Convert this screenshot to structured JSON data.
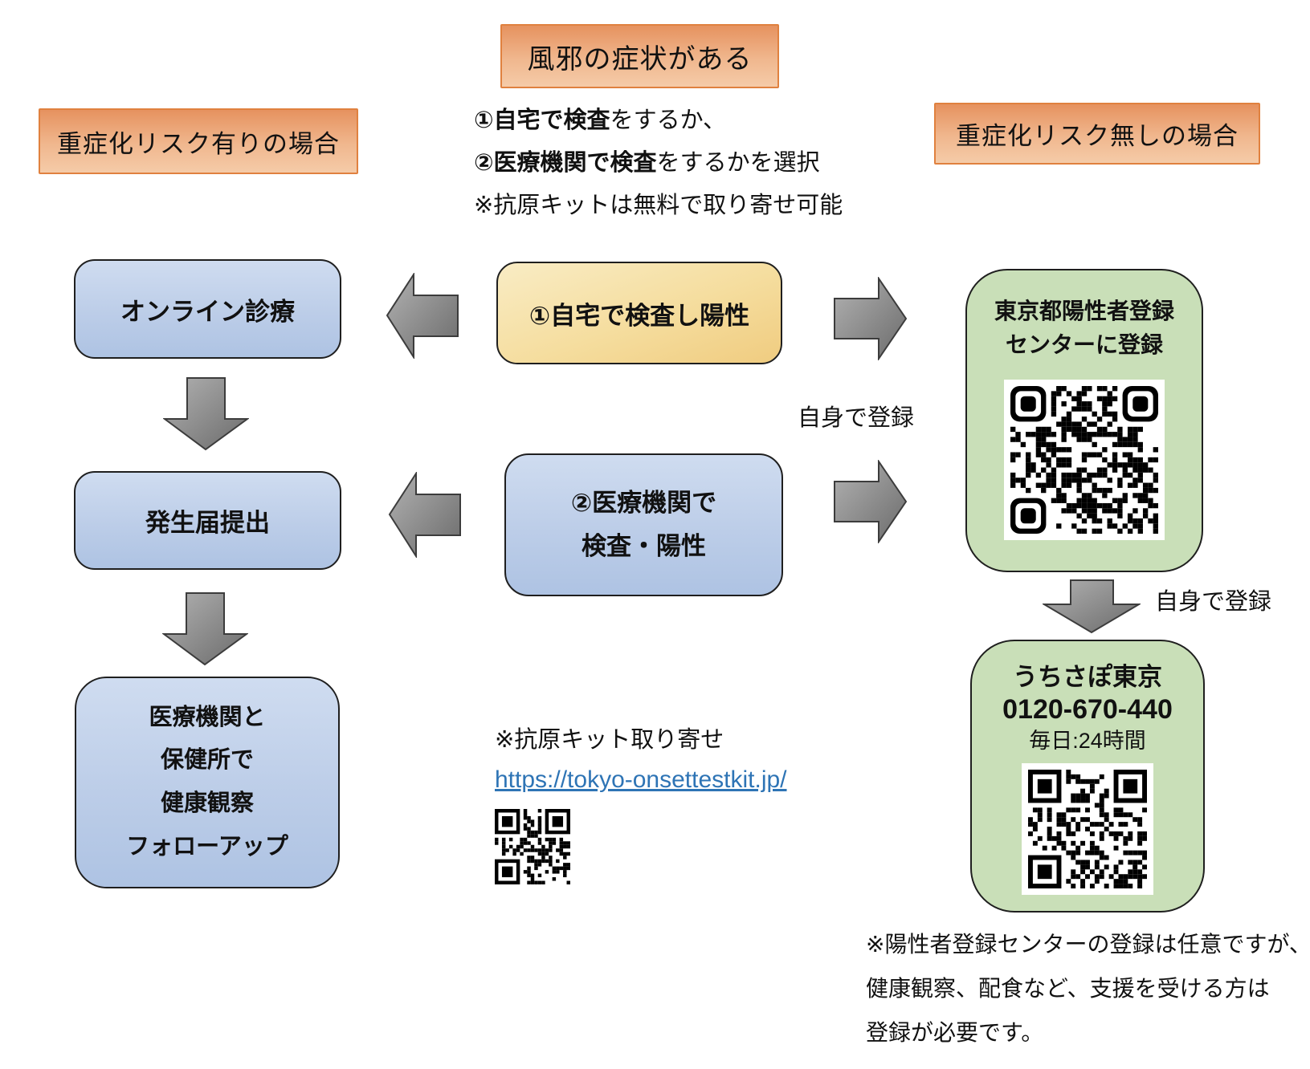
{
  "title_box": {
    "label": "風邪の症状がある"
  },
  "headers": {
    "left": "重症化リスク有りの場合",
    "right": "重症化リスク無しの場合"
  },
  "instructions": {
    "line1_bold": "①自宅で検査",
    "line1_rest": "をするか、",
    "line2_bold": "②医療機関で検査",
    "line2_rest": "をするかを選択",
    "line3": "※抗原キットは無料で取り寄せ可能"
  },
  "flow": {
    "online_care": "オンライン診療",
    "home_test": "①自宅で検査し陽性",
    "clinic_test_line1": "②医療機関で",
    "clinic_test_line2": "検査・陽性",
    "report": "発生届提出",
    "followup_lines": [
      "医療機関と",
      "保健所で",
      "健康観察",
      "フォローアップ"
    ]
  },
  "registration": {
    "center_line1": "東京都陽性者登録",
    "center_line2": "センターに登録",
    "self_register_1": "自身で登録",
    "self_register_2": "自身で登録",
    "qr_icon": "qr-code-icon"
  },
  "uchisapo": {
    "name": "うちさぽ東京",
    "phone": "0120-670-440",
    "hours": "毎日:24時間",
    "qr_icon": "qr-code-icon"
  },
  "kit": {
    "note": "※抗原キット取り寄せ",
    "url": "https://tokyo-onsettestkit.jp/",
    "qr_icon": "qr-code-icon"
  },
  "note": {
    "lines": [
      "※陽性者登録センターの登録は任意ですが、",
      "健康観察、配食など、支援を受ける方は",
      "登録が必要です。"
    ]
  },
  "colors": {
    "orange_border": "#e0813f",
    "orange_fill_top": "#e6925f",
    "orange_fill_bottom": "#f5cba8",
    "yellow_fill": "#f0cc80",
    "blue_fill": "#b4c7e7",
    "green_fill": "#c9dfb8",
    "box_border": "#1f1f1f",
    "arrow_fill": "#8f8f8f",
    "arrow_border": "#3c3c3c",
    "link_blue": "#2e74b5"
  }
}
